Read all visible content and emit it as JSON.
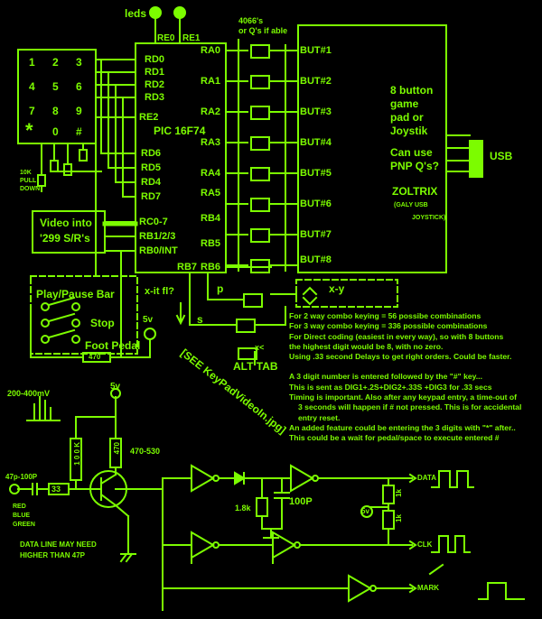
{
  "colors": {
    "bg": "#000000",
    "ink": "#7CFC00"
  },
  "header": {
    "leds": "leds",
    "re0": "RE0",
    "re1": "RE1",
    "switch_note_1": "4066's",
    "switch_note_2": "or Q's if able"
  },
  "keypad": {
    "keys": [
      "1",
      "2",
      "3",
      "4",
      "5",
      "6",
      "7",
      "8",
      "9",
      "*",
      "0",
      "#"
    ],
    "pull_1": "10K",
    "pull_2": "PULL",
    "pull_3": "DOWN"
  },
  "pic": {
    "name": "PIC 16F74",
    "left_pins": [
      "RD0",
      "RD1",
      "RD2",
      "RD3",
      "RE2",
      "RD6",
      "RD5",
      "RD4",
      "RD7",
      "RC0-7",
      "RB1/2/3",
      "RB0/INT"
    ],
    "right_pins": [
      "RA0",
      "RA1",
      "RA2",
      "RA3",
      "RA4",
      "RA5",
      "RB4",
      "RB5",
      "RB7",
      "RB6"
    ]
  },
  "video_box": {
    "line1": "Video into",
    "line2": "'299 S/R's"
  },
  "buttons": {
    "labels": [
      "BUT#1",
      "BUT#2",
      "BUT#3",
      "BUT#4",
      "BUT#5",
      "BUT#6",
      "BUT#7",
      "BUT#8"
    ],
    "xy": "x-y"
  },
  "pad": {
    "l1": "8 button",
    "l2": "game",
    "l3": "pad or",
    "l4": "Joystik",
    "l5": "Can use",
    "l6": "PNP Q's?",
    "brand": "ZOLTRIX",
    "sub1": "(GALY USB",
    "sub2": "JOYSTICK)",
    "usb": "USB"
  },
  "controls": {
    "play_pause": "Play/Pause Bar",
    "stop": "Stop",
    "foot": "Foot Pedal",
    "resistor": "470",
    "five_v": "5v",
    "xit": "x-it fl?",
    "p": "p",
    "s": "s",
    "alt_tab": "ALT TAB",
    "x_arrow": "x<"
  },
  "see_note": "[SEE KeyPadVideoIn.jpg]",
  "notes": [
    "For  2 way combo  keying = 56 possibe combinations",
    "For 3 way combo keying = 336 possible combinations",
    "For Direct coding (easiest in every way), so with 8 buttons",
    "the highest digit would be 8, with no zero.",
    "Using .33 second Delays to get right orders. Could be faster.",
    "",
    "A 3 digit number is entered followed by the \"#\" key...",
    "This is sent as DIG1+.2S+DIG2+.33S +DIG3 for .33 secs",
    "Timing is important. Also after any keypad entry, a  time-out of",
    "3 seconds will happen if # not pressed. This is for accidental",
    "entry reset.",
    "An added feature could be entering the 3 digits with \"*\" after..",
    "This could be a wait for pedal/space  to execute entered #"
  ],
  "video_section": {
    "level": "200-400mV",
    "five_v": "5v",
    "r_100k": "1 0 0 K",
    "r_470": "470",
    "r_470_530": "470-530",
    "cap": "47p-100P",
    "r_33": "33",
    "rgb_1": "RED",
    "rgb_2": "BLUE",
    "rgb_3": "GREEN",
    "warn_1": "DATA LINE MAY NEED",
    "warn_2": "HIGHER THAN 47P",
    "r_18k": "1.8k",
    "cap_100p": "100P",
    "five_v_2": "5v",
    "r_1k_a": "1k",
    "r_1k_b": "1k",
    "data": "DATA",
    "clk": "CLK",
    "mark": "MARK"
  }
}
